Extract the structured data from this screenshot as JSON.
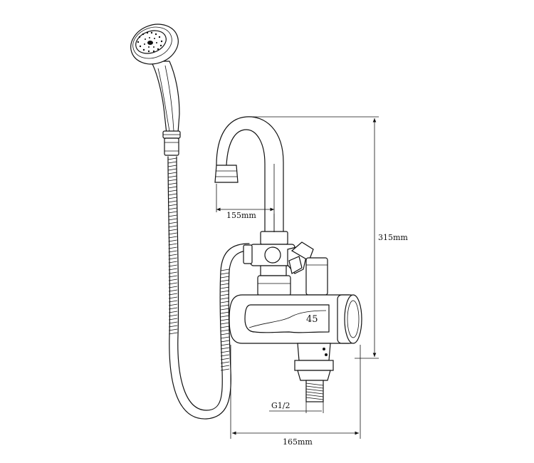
{
  "dimensions": {
    "spout_reach": "155mm",
    "total_height": "315mm",
    "total_width": "165mm",
    "thread_size": "G1/2"
  },
  "body_display": {
    "temperature_reading": "45"
  }
}
